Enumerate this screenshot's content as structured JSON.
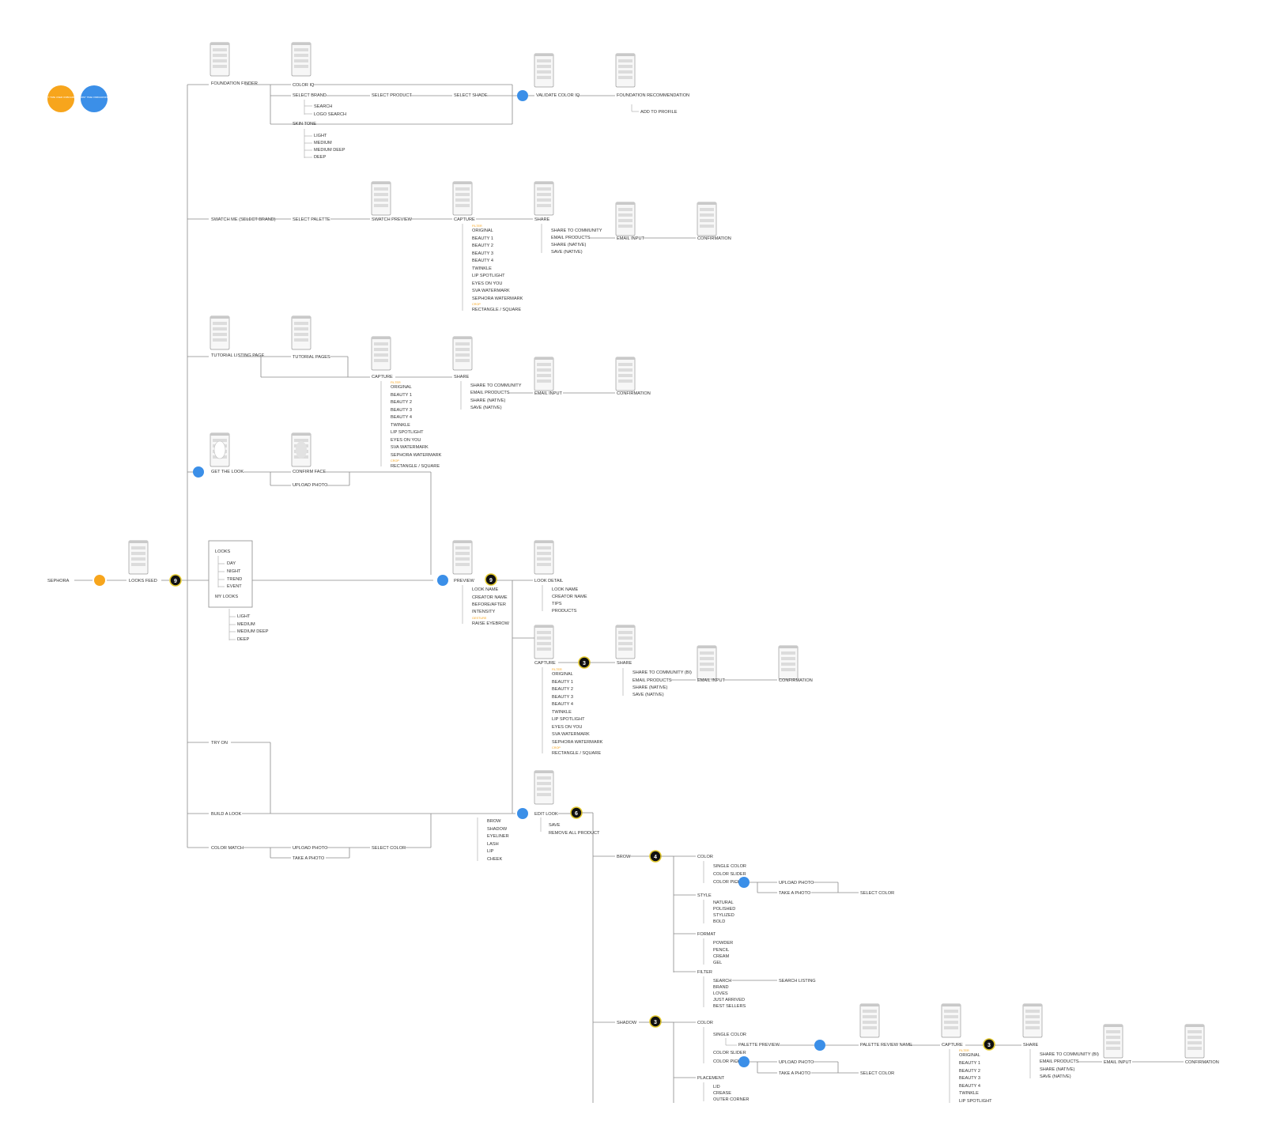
{
  "legend": {
    "orange_label": "FIRST TIME USER ONBOARDING",
    "blue_label": "FIRST TIME ONBOARDING"
  },
  "colors": {
    "orange": "#F7A51C",
    "blue": "#3B8FE8",
    "badge": "#111111",
    "badge_ring": "#E3C92D"
  },
  "entry": {
    "sephora": "SEPHORA",
    "looks_feed": "LOOKS FEED",
    "badge": "9"
  },
  "filter_box": {
    "title": "LOOKS",
    "items": [
      "DAY",
      "NIGHT",
      "TREND",
      "EVENT"
    ],
    "my_looks": "MY LOOKS",
    "skin": [
      "LIGHT",
      "MEDIUM",
      "MEDIUM DEEP",
      "DEEP"
    ]
  },
  "foundation": {
    "finder": "FOUNDATION FINDER",
    "color_iq": "COLOR IQ",
    "select_brand": "SELECT BRAND",
    "select_product": "SELECT PRODUCT",
    "select_shade": "SELECT SHADE",
    "validate": "VALIDATE COLOR IQ",
    "recommendation": "FOUNDATION RECOMMENDATION",
    "add_profile": "ADD TO PROFILE",
    "search": "SEARCH",
    "logo_search": "LOGO SEARCH",
    "skin_tone": "SKIN TONE",
    "skin": [
      "LIGHT",
      "MEDIUM",
      "MEDIUM DEEP",
      "DEEP"
    ]
  },
  "swatch": {
    "swatch_me": "SWATCH ME (SELECT BRAND)",
    "select_palette": "SELECT PALETTE",
    "swatch_preview": "SWATCH PREVIEW",
    "capture": "CAPTURE",
    "share": "SHARE",
    "email_input": "EMAIL INPUT",
    "confirmation": "CONFIRMATION",
    "share_items": [
      "SHARE TO COMMUNITY",
      "EMAIL PRODUCTS",
      "SHARE (NATIVE)",
      "SAVE (NATIVE)"
    ]
  },
  "tutorial": {
    "listing": "TUTORIAL LISTING PAGE",
    "pages": "TUTORIAL PAGES",
    "capture": "CAPTURE",
    "share": "SHARE",
    "email_input": "EMAIL INPUT",
    "confirmation": "CONFIRMATION",
    "share_items": [
      "SHARE TO COMMUNITY",
      "EMAIL PRODUCTS",
      "SHARE (NATIVE)",
      "SAVE (NATIVE)"
    ]
  },
  "capture_filters": {
    "filter_hint": "FILTER",
    "crop_hint": "CROP",
    "items": [
      "ORIGINAL",
      "BEAUTY 1",
      "BEAUTY 2",
      "BEAUTY 3",
      "BEAUTY 4",
      "TWINKLE",
      "LIP SPOTLIGHT",
      "EYES ON YOU",
      "SVA WATERMARK",
      "SEPHORA WATERMARK"
    ],
    "crop": "RECTANGLE / SQUARE"
  },
  "get_look": {
    "get_the_look": "GET THE LOOK",
    "confirm_face": "CONFIRM FACE",
    "upload_photo": "UPLOAD PHOTO"
  },
  "preview": {
    "preview": "PREVIEW",
    "badge": "9",
    "look_detail": "LOOK DETAIL",
    "preview_items": [
      "LOOK NAME",
      "CREATOR NAME",
      "BEFORE/AFTER",
      "INTENSITY"
    ],
    "gesture_hint": "GESTURE",
    "raise_eyebrow": "RAISE EYEBROW",
    "detail_items": [
      "LOOK NAME",
      "CREATOR NAME",
      "TIPS",
      "PRODUCTS"
    ]
  },
  "capture2": {
    "capture": "CAPTURE",
    "badge": "3",
    "share": "SHARE",
    "email_input": "EMAIL INPUT",
    "confirmation": "CONFIRMATION",
    "share_items": [
      "SHARE TO COMMUNITY (BI)",
      "EMAIL PRODUCTS",
      "SHARE (NATIVE)",
      "SAVE (NATIVE)"
    ]
  },
  "try_on": "TRY ON",
  "build": {
    "build_a_look": "BUILD A LOOK",
    "edit_look": "EDIT LOOK",
    "badge": "6",
    "categories": [
      "BROW",
      "SHADOW",
      "EYELINER",
      "LASH",
      "LIP",
      "CHEEK"
    ],
    "save": "SAVE",
    "remove": "REMOVE ALL PRODUCT"
  },
  "color_match": {
    "color_match": "COLOR MATCH",
    "upload_photo": "UPLOAD PHOTO",
    "take_photo": "TAKE A PHOTO",
    "select_color": "SELECT COLOR"
  },
  "brow": {
    "brow": "BROW",
    "badge": "4",
    "color": "COLOR",
    "color_items": [
      "SINGLE COLOR",
      "COLOR SLIDER",
      "COLOR PICKER"
    ],
    "upload_photo": "UPLOAD PHOTO",
    "take_photo": "TAKE A PHOTO",
    "select_color": "SELECT COLOR",
    "style": "STYLE",
    "style_items": [
      "NATURAL",
      "POLISHED",
      "STYLIZED",
      "BOLD"
    ],
    "format": "FORMAT",
    "format_items": [
      "POWDER",
      "PENCIL",
      "CREAM",
      "GEL"
    ],
    "filter": "FILTER",
    "filter_items": [
      "SEARCH",
      "BRAND",
      "LOVES",
      "JUST ARRIVED",
      "BEST SELLERS"
    ],
    "search_listing": "SEARCH LISTING"
  },
  "shadow": {
    "shadow": "SHADOW",
    "badge": "3",
    "color": "COLOR",
    "single_color": "SINGLE COLOR",
    "palette_preview": "PALETTE PREVIEW",
    "palette_review": "PALETTE REVIEW NAME",
    "capture": "CAPTURE",
    "capture_badge": "3",
    "share": "SHARE",
    "email_input": "EMAIL INPUT",
    "confirmation": "CONFIRMATION",
    "color_slider": "COLOR SLIDER",
    "color_picker": "COLOR PICKER",
    "upload_photo": "UPLOAD PHOTO",
    "take_photo": "TAKE A PHOTO",
    "select_color": "SELECT COLOR",
    "placement": "PLACEMENT",
    "placement_items": [
      "LID",
      "CREASE",
      "OUTER CORNER"
    ],
    "capture_items": [
      "ORIGINAL",
      "BEAUTY 1",
      "BEAUTY 2",
      "BEAUTY 3",
      "BEAUTY 4",
      "TWINKLE",
      "LIP SPOTLIGHT"
    ],
    "share_items": [
      "SHARE TO COMMUNITY (BI)",
      "EMAIL PRODUCTS",
      "SHARE (NATIVE)",
      "SAVE (NATIVE)"
    ]
  }
}
